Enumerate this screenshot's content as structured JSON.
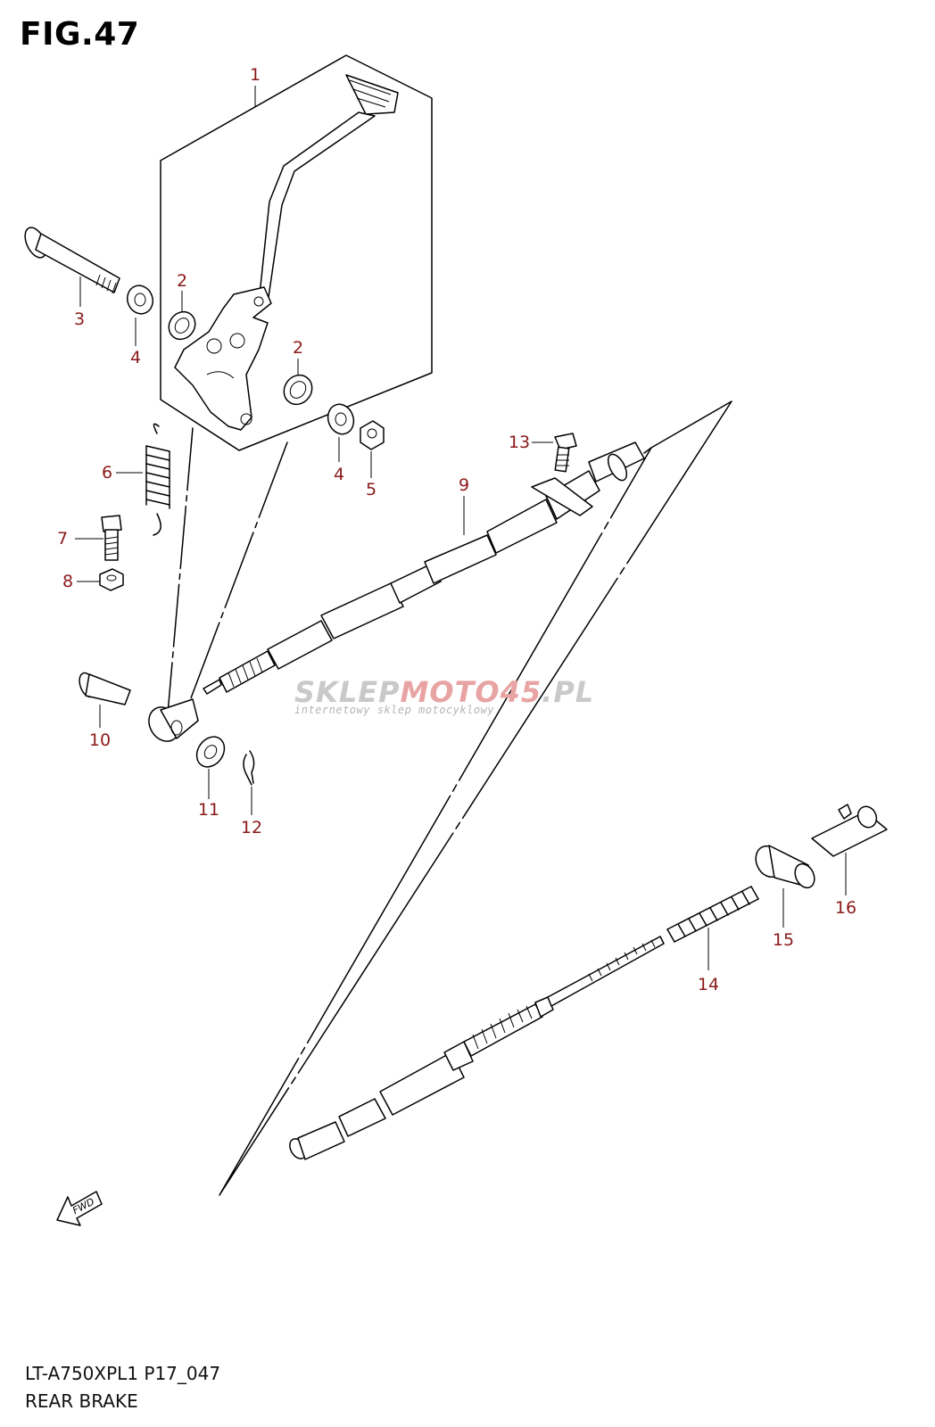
{
  "figure": {
    "title": "FIG.47"
  },
  "footer": {
    "model_code": "LT-A750XPL1 P17_047",
    "section_name": "REAR BRAKE"
  },
  "watermark": {
    "brand_prefix": "SKLEP",
    "brand_accent": "MOTO45",
    "brand_suffix": ".PL",
    "tagline": "internetowy sklep motocyklowy",
    "colors": {
      "main": "#c9c9c9",
      "accent": "#e8a3a3"
    }
  },
  "direction_marker": {
    "label": "FWD",
    "icon": "fwd-arrow-icon"
  },
  "callouts": [
    {
      "id": "c1",
      "text": "1"
    },
    {
      "id": "c2a",
      "text": "2"
    },
    {
      "id": "c2b",
      "text": "2"
    },
    {
      "id": "c3",
      "text": "3"
    },
    {
      "id": "c4a",
      "text": "4"
    },
    {
      "id": "c4b",
      "text": "4"
    },
    {
      "id": "c5",
      "text": "5"
    },
    {
      "id": "c6",
      "text": "6"
    },
    {
      "id": "c7",
      "text": "7"
    },
    {
      "id": "c8",
      "text": "8"
    },
    {
      "id": "c9",
      "text": "9"
    },
    {
      "id": "c10",
      "text": "10"
    },
    {
      "id": "c11",
      "text": "11"
    },
    {
      "id": "c12",
      "text": "12"
    },
    {
      "id": "c13",
      "text": "13"
    },
    {
      "id": "c14",
      "text": "14"
    },
    {
      "id": "c15",
      "text": "15"
    },
    {
      "id": "c16",
      "text": "16"
    }
  ],
  "colors": {
    "callout_text": "#8b1a1a",
    "line": "#000000"
  }
}
